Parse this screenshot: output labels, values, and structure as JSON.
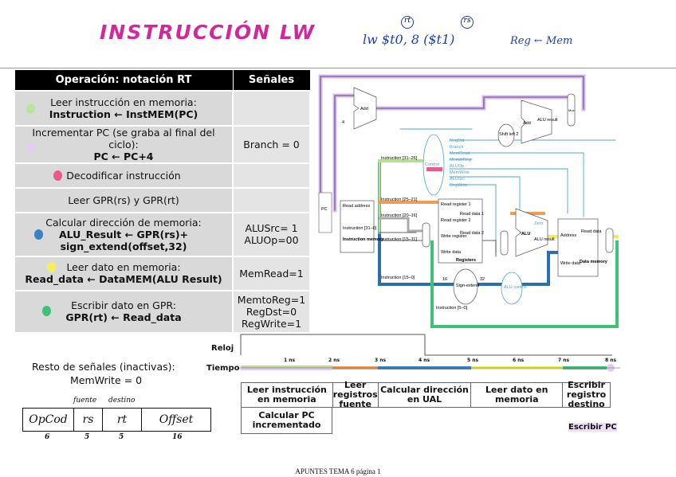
{
  "header": {
    "title": "INSTRUCCIÓN LW",
    "example": "lw $t0, 8 ($t1)",
    "rt_mark": "rt",
    "rs_mark": "rs",
    "note": "Reg ← Mem"
  },
  "table": {
    "headers": [
      "Operación: notación RT",
      "Señales"
    ],
    "rows": [
      {
        "dot": "#b8e59a",
        "line1": "Leer instrucción en memoria:",
        "line2": "Instruction ← InstMEM(PC)",
        "signals": ""
      },
      {
        "dot": "#e3cdf7",
        "line1": "Incrementar PC (se graba al final del ciclo):",
        "line2": "PC ← PC+4",
        "signals": "Branch = 0"
      },
      {
        "dot": "#e85c8c",
        "line1": "Decodificar instrucción",
        "line2": "",
        "signals": ""
      },
      {
        "dot": "",
        "line1": "Leer GPR(rs) y GPR(rt)",
        "line2": "",
        "signals": ""
      },
      {
        "dot": "#3a82c4",
        "line1": "Calcular dirección de memoria:",
        "line2": "ALU_Result ← GPR(rs)+",
        "line3": "sign_extend(offset,32)",
        "signals": "ALUSrc= 1",
        "signals2": "ALUOp=00"
      },
      {
        "dot": "#f5ef5a",
        "line1": "Leer dato en memoria:",
        "line2": "Read_data ← DataMEM(ALU Result)",
        "signals": "MemRead=1"
      },
      {
        "dot": "#3ec27a",
        "line1": "Escribir dato en GPR:",
        "line2": "GPR(rt) ← Read_data",
        "signals": "MemtoReg=1",
        "signals2": "RegDst=0",
        "signals3": "RegWrite=1"
      }
    ]
  },
  "datapath": {
    "pc": "PC",
    "add": "Add",
    "four": "4",
    "read_address": "Read address",
    "instruction": "Instruction [31–0]",
    "imem": "Instruction memory",
    "control": "Control",
    "signals": [
      "RegDst",
      "Branch",
      "MemRead",
      "MemtoReg",
      "ALUOp",
      "MemWrite",
      "ALUSrc",
      "RegWrite"
    ],
    "i3126": "Instruction [31–26]",
    "i2521": "Instruction [25–21]",
    "i2016": "Instruction [20–16]",
    "i1511": "Instruction [15–11]",
    "i150": "Instruction [15–0]",
    "i50": "Instruction [5–0]",
    "rr1": "Read register 1",
    "rr2": "Read register 2",
    "wr": "Write register",
    "wd": "Write data",
    "rd1": "Read data 1",
    "rd2": "Read data 2",
    "registers": "Registers",
    "sign": "Sign-extend",
    "n16": "16",
    "n32": "32",
    "alu": "ALU",
    "zero": "Zero",
    "alu_result": "ALU result",
    "alu_control": "ALU control",
    "shift": "Shift left 2",
    "add2": "Add",
    "alu_result2": "ALU result",
    "address": "Address",
    "read_data": "Read data",
    "write_data": "Write data",
    "dmem": "Data memory",
    "mux": "Mux"
  },
  "timing": {
    "clock": "Reloj",
    "time": "Tiempo",
    "ticks": [
      "1 ns",
      "2 ns",
      "3 ns",
      "4 ns",
      "5 ns",
      "6 ns",
      "7 ns",
      "8 ns"
    ],
    "phases": [
      "Leer instrucción en memoria",
      "Leer registros fuente",
      "Calcular dirección en UAL",
      "Leer dato en memoria",
      "Escribir registro destino"
    ],
    "phase2": "Calcular PC incrementado",
    "write_pc": "Escribir PC"
  },
  "rest": {
    "title": "Resto de señales (inactivas):",
    "value": "MemWrite = 0"
  },
  "format": {
    "fields": [
      "OpCod",
      "rs",
      "rt",
      "Offset"
    ],
    "bits": [
      "6",
      "5",
      "5",
      "16"
    ],
    "fuente": "fuente",
    "destino": "destino"
  },
  "footer": "APUNTES TEMA 6 página 1"
}
